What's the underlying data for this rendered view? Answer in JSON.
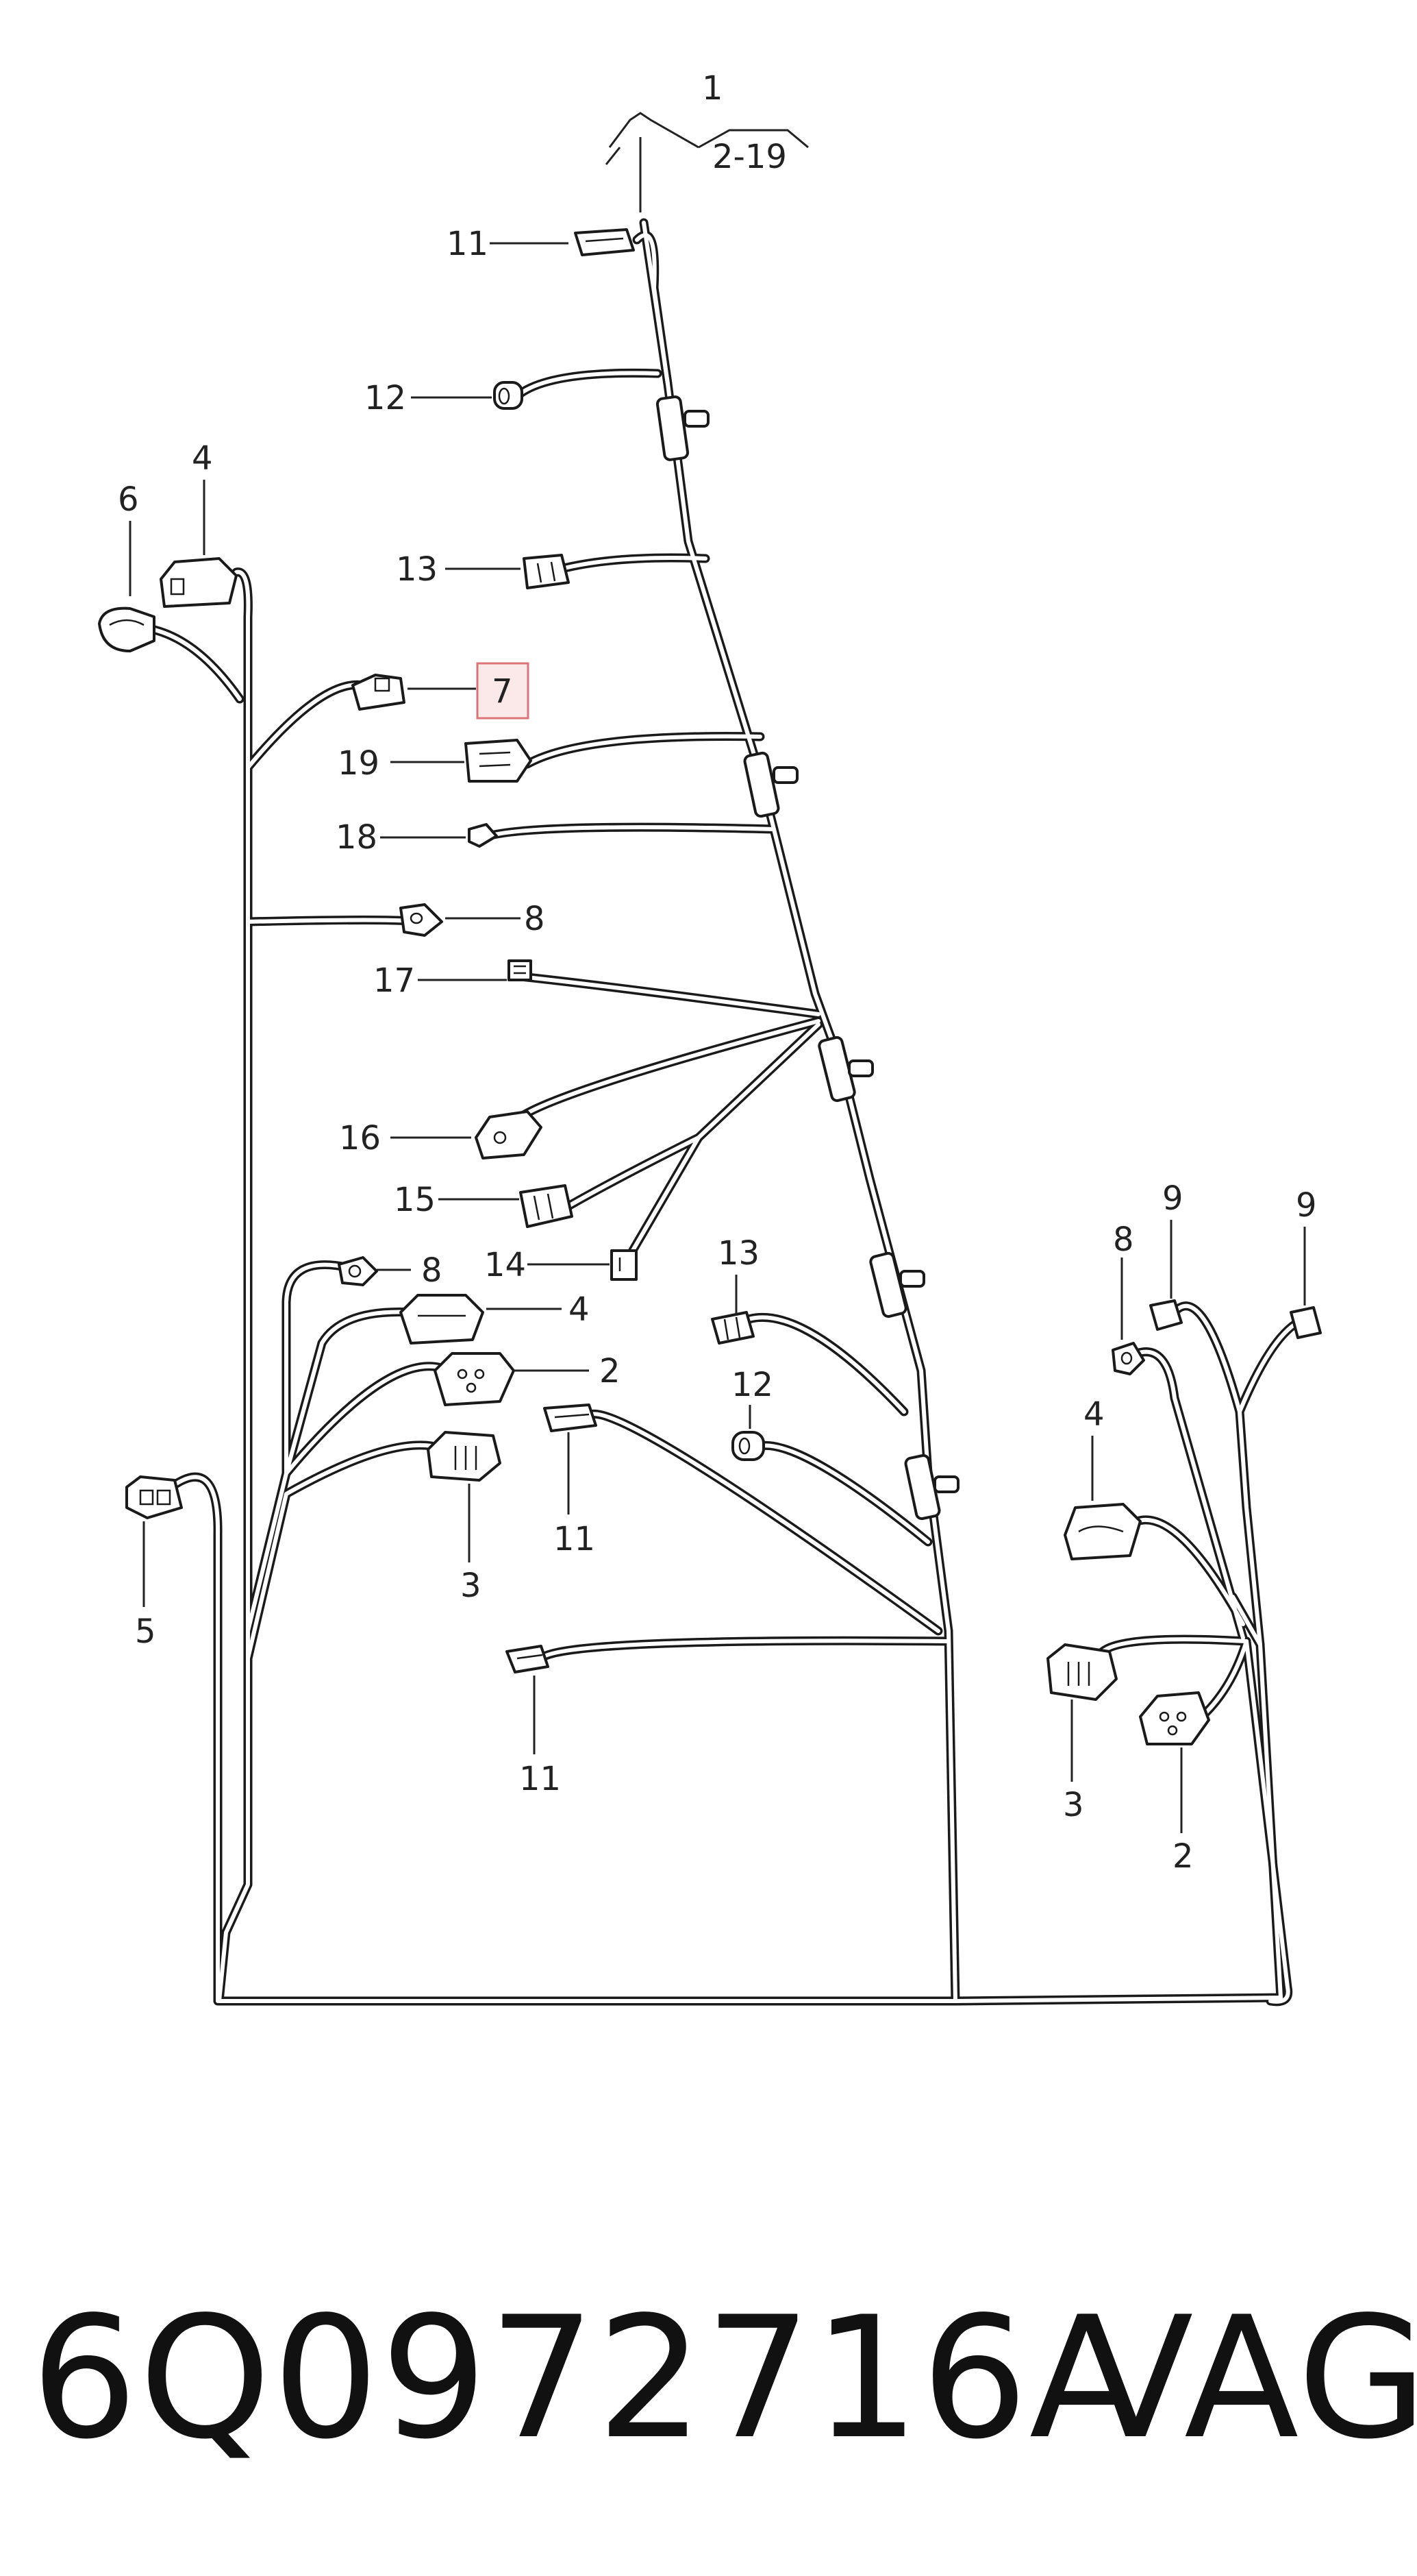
{
  "diagram": {
    "part_number": "6Q0972716A",
    "brand": "VAG",
    "callouts": {
      "top_1": "1",
      "top_range": "2-19",
      "c11_top": "11",
      "c12_top": "12",
      "c13_top": "13",
      "c4_left": "4",
      "c6": "6",
      "c7": "7",
      "c19": "19",
      "c18": "18",
      "c8_upper": "8",
      "c17": "17",
      "c16": "16",
      "c15": "15",
      "c14": "14",
      "c8_mid": "8",
      "c4_mid": "4",
      "c2_mid": "2",
      "c3_mid": "3",
      "c11_mid": "11",
      "c13_mid": "13",
      "c12_mid": "12",
      "c5": "5",
      "c11_bottom": "11",
      "c9_a": "9",
      "c9_b": "9",
      "c8_right": "8",
      "c4_right": "4",
      "c3_right": "3",
      "c2_right": "2"
    }
  }
}
